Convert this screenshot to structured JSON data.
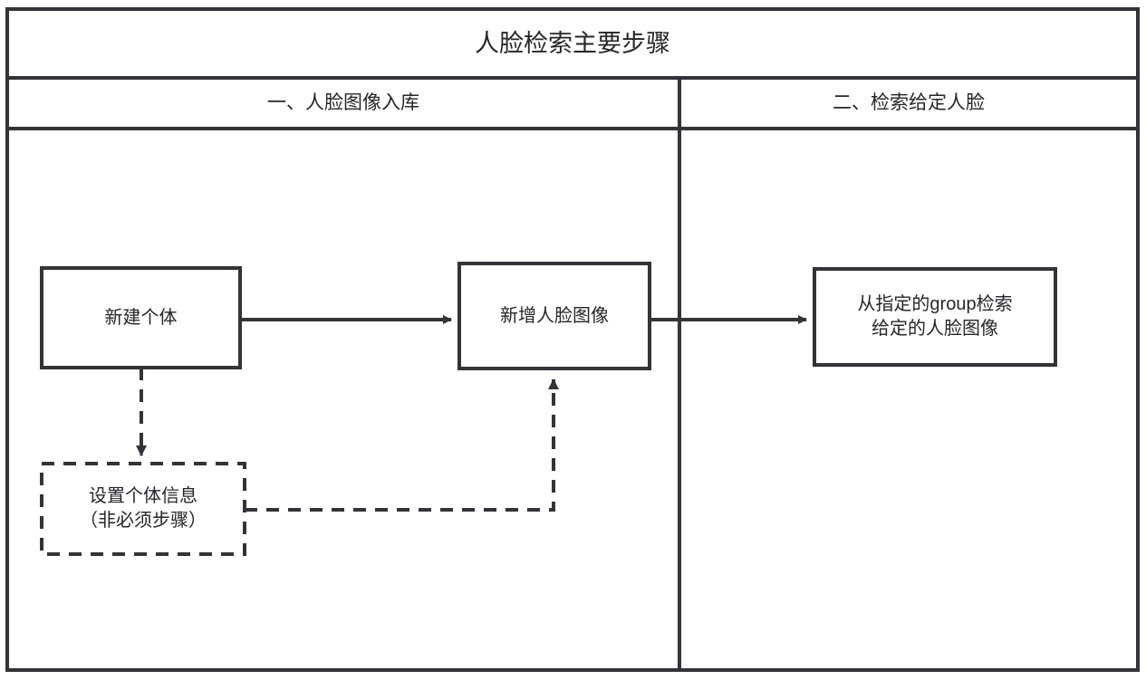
{
  "diagram": {
    "title": "人脸检索主要步骤",
    "columns": [
      {
        "id": "col1",
        "label": "一、人脸图像入库"
      },
      {
        "id": "col2",
        "label": "二、检索给定人脸"
      }
    ],
    "nodes": [
      {
        "id": "box1",
        "label": "新建个体",
        "style": "solid",
        "column": "col1"
      },
      {
        "id": "box2",
        "label": "新增人脸图像",
        "style": "solid",
        "column": "col1"
      },
      {
        "id": "box3",
        "label": "从指定的group检索\n给定的人脸图像",
        "style": "solid",
        "column": "col2"
      },
      {
        "id": "dbox",
        "label": "设置个体信息\n（非必须步骤）",
        "style": "dashed",
        "column": "col1"
      }
    ],
    "edges": [
      {
        "from": "box1",
        "to": "box2",
        "style": "solid",
        "arrow": true
      },
      {
        "from": "box2",
        "to": "box3",
        "style": "solid",
        "arrow": true
      },
      {
        "from": "box1",
        "to": "dbox",
        "style": "dashed",
        "arrow": true
      },
      {
        "from": "dbox",
        "to": "box2",
        "style": "dashed",
        "arrow": true
      }
    ],
    "colors": {
      "stroke": "#333338",
      "text": "#26262a",
      "background": "#ffffff"
    }
  }
}
